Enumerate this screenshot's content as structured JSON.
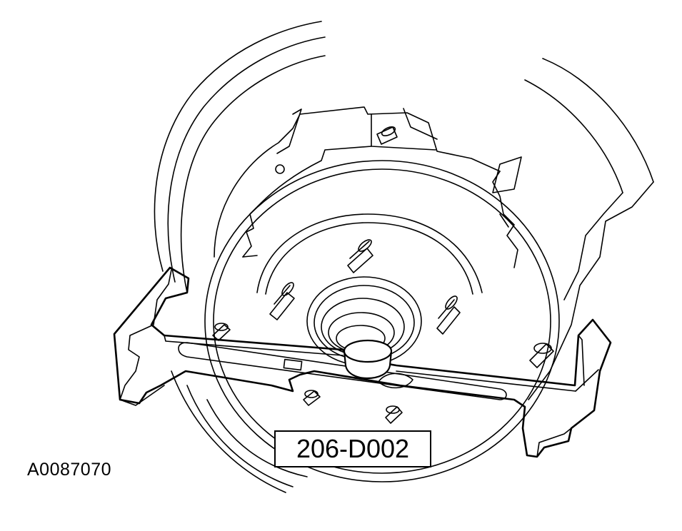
{
  "illustration": {
    "subject": "wheel-hub-with-special-tool",
    "tool_number": "206-D002",
    "figure_id": "A0087070"
  },
  "colors": {
    "line": "#000000",
    "background": "#ffffff"
  }
}
